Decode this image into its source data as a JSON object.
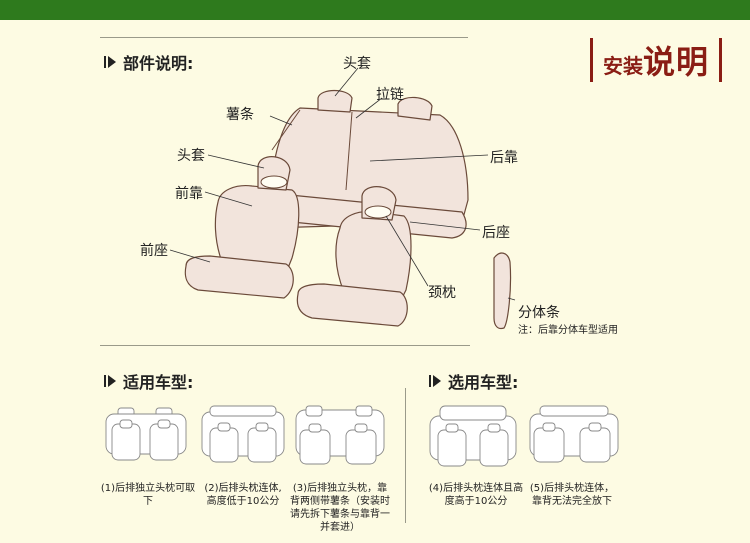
{
  "header": {
    "brand_small": "安装",
    "brand_big": "说明"
  },
  "parts_section": {
    "title": "部件说明:",
    "labels": {
      "headrest_top": "头套",
      "zipper": "拉链",
      "strip": "薯条",
      "headrest_left": "头套",
      "rear_back": "后靠",
      "front_back": "前靠",
      "rear_seat": "后座",
      "front_seat": "前座",
      "neck_pillow": "颈枕",
      "split_strip": "分体条",
      "split_note": "注：后靠分体车型适用"
    }
  },
  "applicable_section": {
    "title": "适用车型:",
    "captions": [
      "(1)后排独立头枕可取下",
      "(2)后排头枕连体,高度低于10公分",
      "(3)后排独立头枕，靠背两侧带薯条（安装时请先拆下薯条与靠背一并套进）"
    ]
  },
  "optional_section": {
    "title": "选用车型:",
    "captions": [
      "(4)后排头枕连体且高度高于10公分",
      "(5)后排头枕连体，靠背无法完全放下"
    ]
  },
  "colors": {
    "top_bar": "#2e7a1d",
    "background": "#fdfbe3",
    "brand": "#8a1d14",
    "seat_fill": "#f2e4dc"
  }
}
